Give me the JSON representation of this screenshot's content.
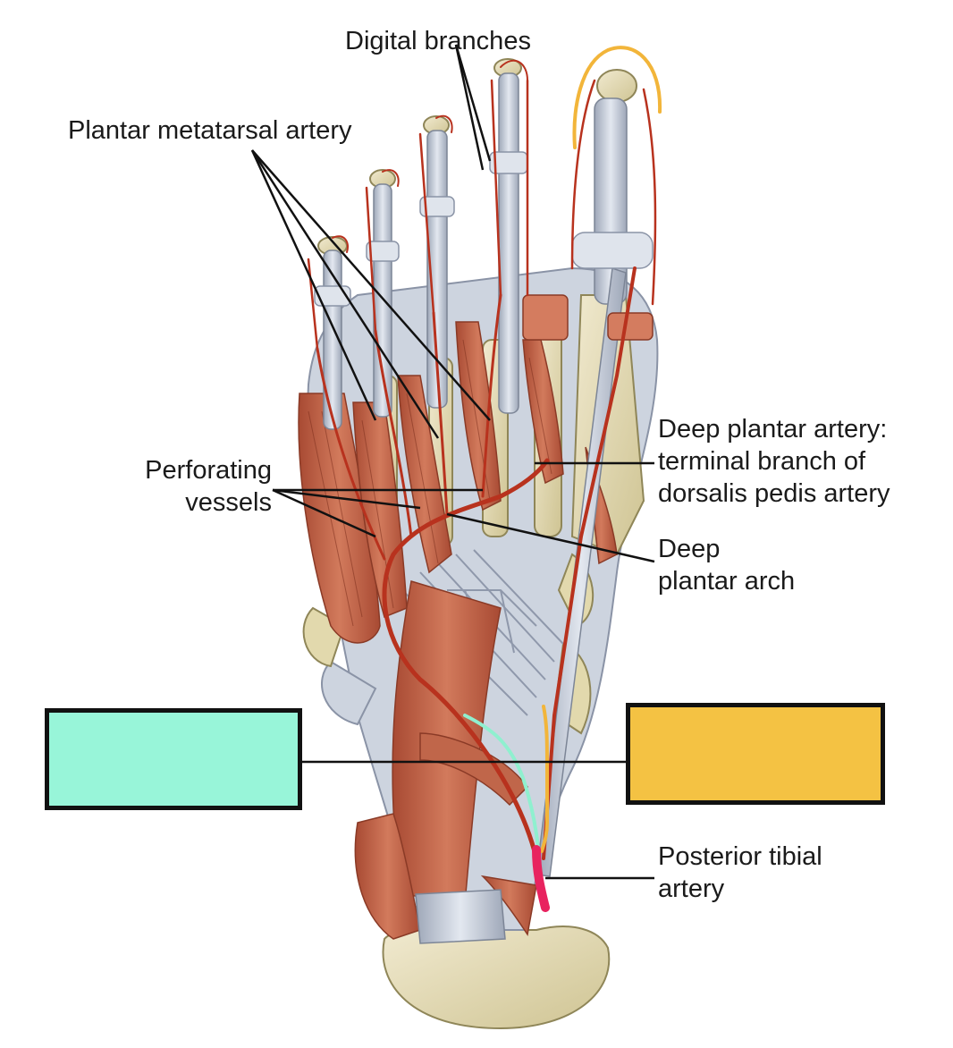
{
  "labels": {
    "digital_branches": "Digital branches",
    "plantar_metatarsal": "Plantar metatarsal artery",
    "perforating_line1": "Perforating",
    "perforating_line2": "vessels",
    "deep_plantar_artery_line1": "Deep plantar artery:",
    "deep_plantar_artery_line2": "terminal branch of",
    "deep_plantar_artery_line3": "dorsalis pedis artery",
    "deep_plantar_arch_line1": "Deep",
    "deep_plantar_arch_line2": "plantar arch",
    "posterior_tibial_line1": "Posterior tibial",
    "posterior_tibial_line2": "artery"
  },
  "answer_boxes": {
    "left": {
      "text": "",
      "fill": "#98f5d9"
    },
    "right": {
      "text": "",
      "fill": "#f4c243"
    }
  },
  "colors": {
    "muscle": "#c8674a",
    "muscle_dark": "#9c4230",
    "tendon": "#c9d0dc",
    "bone": "#e6ddb5",
    "artery": "#b8321e",
    "highlight_teal": "#8ff0cf",
    "highlight_orange": "#f2b53a",
    "highlight_pink": "#e8235f"
  }
}
